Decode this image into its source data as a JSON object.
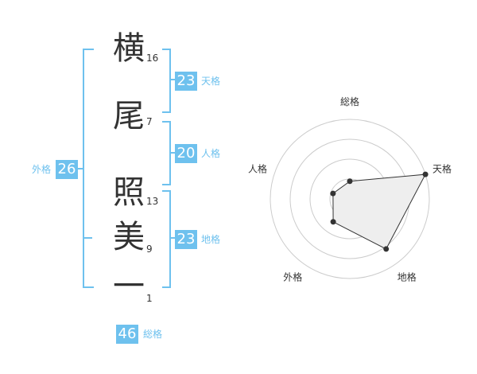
{
  "name_chars": [
    {
      "char": "横",
      "strokes": "16"
    },
    {
      "char": "尾",
      "strokes": "7"
    },
    {
      "char": "照",
      "strokes": "13"
    },
    {
      "char": "美",
      "strokes": "9"
    },
    {
      "char": "一",
      "strokes": "1"
    }
  ],
  "fortunes": {
    "ten": {
      "value": "23",
      "label": "天格"
    },
    "jin": {
      "value": "20",
      "label": "人格"
    },
    "chi": {
      "value": "23",
      "label": "地格"
    },
    "gai": {
      "value": "26",
      "label": "外格"
    },
    "sou": {
      "value": "46",
      "label": "総格"
    }
  },
  "chart_data": {
    "type": "radar",
    "axes": [
      "総格",
      "天格",
      "地格",
      "外格",
      "人格"
    ],
    "values": [
      1,
      4.5,
      3.5,
      1.6,
      1
    ],
    "max": 4.5,
    "rings": 4
  },
  "colors": {
    "accent": "#6ec1ee",
    "polygon_fill": "#eeeeee",
    "ring": "#cccccc"
  }
}
